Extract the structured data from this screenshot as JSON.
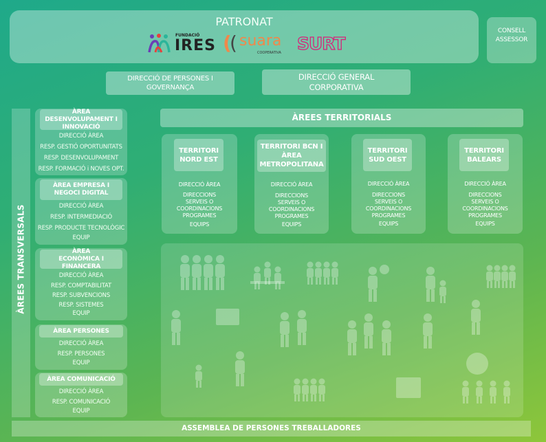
{
  "patronat": {
    "title": "PATRONAT",
    "logos": [
      {
        "name": "Fundació IRES",
        "small": "FUNDACIÓ",
        "main": "IRES"
      },
      {
        "name": "Suara Cooperativa",
        "main": "suara",
        "small": "COOPERATIVA"
      },
      {
        "name": "SURT",
        "main": "SURT"
      }
    ]
  },
  "consell": "CONSELL ASSESSOR",
  "direccio_persones": "DIRECCIÓ DE PERSONES I GOVERNANÇA",
  "direccio_general": "DIRECCIÓ GENERAL CORPORATIVA",
  "arees_transversals": {
    "title": "ÀREES TRANSVERSALS",
    "areas": [
      {
        "title": "ÀREA DESENVOLUPAMENT I INNOVACIÓ",
        "items": [
          "DIRECCIÓ ÀREA",
          "RESP. GESTIÓ OPORTUNITATS",
          "RESP. DESENVOLUPAMENT",
          "RESP. FORMACIÓ i NOVES OPT."
        ]
      },
      {
        "title": "ÀREA EMPRESA I NEGOCI DIGITAL",
        "items": [
          "DIRECCIÓ ÀREA",
          "RESP. INTERMEDIACIÓ",
          "RESP. PRODUCTE TECNOLÒGIC",
          "EQUIP"
        ]
      },
      {
        "title": "ÀREA ECONÒMICA I FINANCERA",
        "items": [
          "DIRECCIÓ ÀREA",
          "RESP. COMPTABILITAT",
          "RESP. SUBVENCIONS",
          "RESP. SISTEMES",
          "EQUIP"
        ]
      },
      {
        "title": "ÀREA PERSONES",
        "items": [
          "DIRECCIÓ ÀREA",
          "RESP. PERSONES",
          "EQUIP"
        ]
      },
      {
        "title": "ÀREA COMUNICACIÓ",
        "items": [
          "DIRECCIÓ ÀREA",
          "RESP. COMUNICACIÓ",
          "EQUIP"
        ]
      }
    ]
  },
  "arees_territorials": {
    "title": "ÀREES TERRITORIALS",
    "territoris": [
      {
        "title": "TERRITORI NORD EST",
        "items": [
          "DIRECCIÓ ÀREA",
          "DIRECCIONS SERVEIS O COORDINACIONS PROGRAMES",
          "EQUIPS"
        ]
      },
      {
        "title": "TERRITORI BCN I ÀREA METROPOLITANA",
        "items": [
          "DIRECCIÓ ÀREA",
          "DIRECCIONS SERVEIS O COORDINACIONS PROGRAMES",
          "EQUIPS"
        ]
      },
      {
        "title": "TERRITORI SUD OEST",
        "items": [
          "DIRECCIÓ ÀREA",
          "DIRECCIONS SERVEIS O COORDINACIONS PROGRAMES",
          "EQUIPS"
        ]
      },
      {
        "title": "TERRITORI BALEARS",
        "items": [
          "DIRECCIÓ ÀREA",
          "DIRECCIONS SERVEIS O COORDINACIONS PROGRAMES",
          "EQUIPS"
        ]
      }
    ]
  },
  "assemblea": "ASSEMBLEA DE PERSONES TREBALLADORES"
}
